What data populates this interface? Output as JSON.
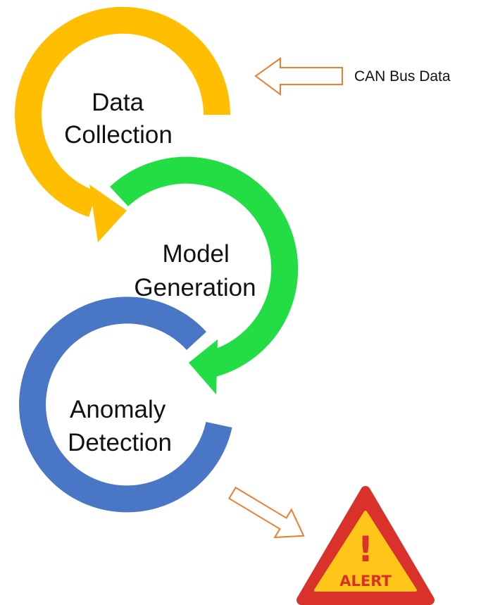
{
  "stages": [
    {
      "id": "data-collection",
      "lines": [
        "Data",
        "Collection"
      ],
      "color": "#ffbe00"
    },
    {
      "id": "model-generation",
      "lines": [
        "Model",
        "Generation"
      ],
      "color": "#22dd44"
    },
    {
      "id": "anomaly-detection",
      "lines": [
        "Anomaly",
        "Detection"
      ],
      "color": "#4a76c6"
    }
  ],
  "input": {
    "label": "CAN Bus Data"
  },
  "alert": {
    "symbol": "!",
    "label": "ALERT"
  },
  "colors": {
    "arrow_outline": "#ed7d31",
    "alert_border": "#d9322b",
    "alert_fill": "#ffc61a"
  },
  "icons": [
    "input-arrow-icon",
    "output-arrow-icon",
    "alert-triangle-icon"
  ]
}
